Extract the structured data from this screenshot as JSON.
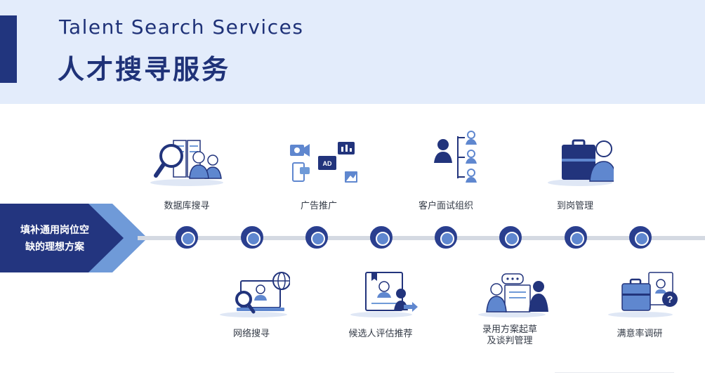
{
  "header": {
    "title_en": "Talent Search Services",
    "title_zh": "人才搜寻服务"
  },
  "start_arrow": {
    "line1": "填补通用岗位空",
    "line2": "缺的理想方案"
  },
  "steps_top": [
    {
      "label": "数据库搜寻",
      "icon": "database-search-icon"
    },
    {
      "label": "广告推广",
      "icon": "advertising-icon"
    },
    {
      "label": "客户面试组织",
      "icon": "interview-org-icon"
    },
    {
      "label": "到岗管理",
      "icon": "onboarding-icon"
    }
  ],
  "steps_bottom": [
    {
      "label": "网络搜寻",
      "icon": "web-search-icon"
    },
    {
      "label": "候选人评估推荐",
      "icon": "candidate-eval-icon"
    },
    {
      "label_line1": "录用方案起草",
      "label_line2": "及谈判管理",
      "icon": "offer-draft-icon"
    },
    {
      "label": "满意率调研",
      "icon": "satisfaction-survey-icon"
    }
  ],
  "ad_badge": "AD",
  "colors": {
    "navy": "#21357e",
    "header_bg": "#e3ecfb",
    "accent_blue": "#5f87cf",
    "light_blue": "#6f9ad8"
  }
}
